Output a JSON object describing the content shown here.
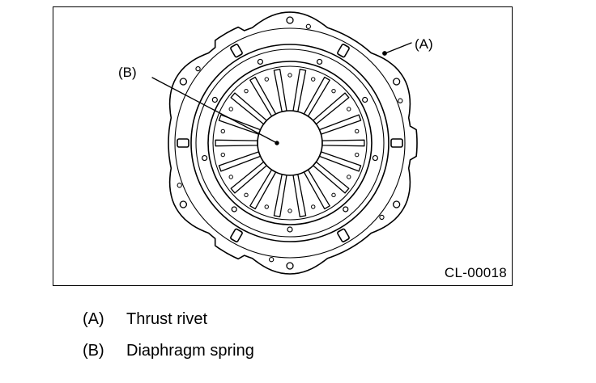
{
  "figure": {
    "code": "CL-00018",
    "callouts": [
      {
        "letter": "(A)"
      },
      {
        "letter": "(B)"
      }
    ]
  },
  "legend": [
    {
      "key": "(A)",
      "text": "Thrust rivet"
    },
    {
      "key": "(B)",
      "text": "Diaphragm spring"
    }
  ]
}
